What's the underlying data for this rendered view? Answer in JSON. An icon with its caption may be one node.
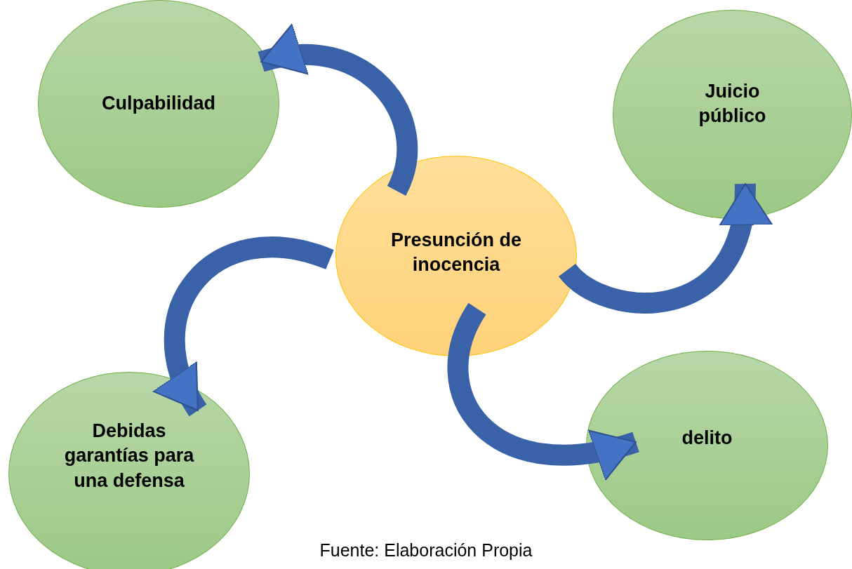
{
  "diagram": {
    "caption": "Fuente: Elaboración Propia",
    "nodes": [
      {
        "text": [
          "Culpabilidad"
        ]
      },
      {
        "text": [
          "Juicio público"
        ]
      },
      {
        "text": [
          "Presunción de inocencia"
        ]
      },
      {
        "text": [
          "Debidas garantías para una defensa"
        ]
      },
      {
        "text": [
          "delito"
        ]
      }
    ],
    "edges": [
      {
        "from": 2,
        "to": 0,
        "arrow": "to"
      },
      {
        "from": 2,
        "to": 1,
        "arrow": "to"
      },
      {
        "from": 2,
        "to": 3,
        "arrow": "to"
      },
      {
        "from": 2,
        "to": 4,
        "arrow": "to"
      }
    ]
  }
}
